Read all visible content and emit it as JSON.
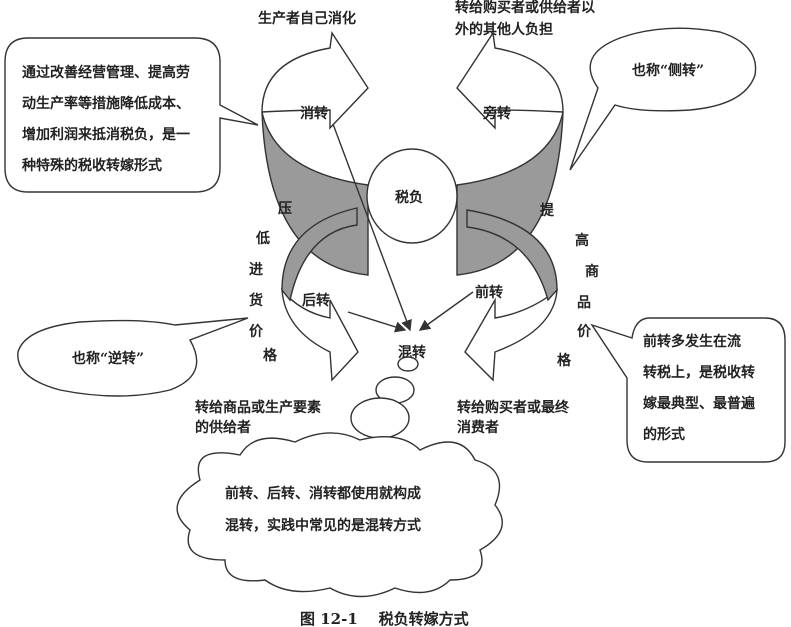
{
  "top_left_label": "生产者自己消化",
  "top_right_label": [
    "转给购买者或供给者以",
    "外的其他人负担"
  ],
  "left_note": [
    "通过改善经营管理、提高劳",
    "动生产率等措施降低成本、",
    "增加利润来抵消税负，是一",
    "种特殊的税收转嫁形式"
  ],
  "side_note": "也称“侧转”",
  "xiaozhuan": "消转",
  "pangzhuan": "旁转",
  "center": "税负",
  "left_vertical": [
    "压",
    "低",
    "进",
    "货",
    "价",
    "格"
  ],
  "right_vertical": [
    "提",
    "高",
    "商",
    "品",
    "价",
    "格"
  ],
  "houzhuan": "后转",
  "qianzhuan": "前转",
  "hunzhuan": "混转",
  "reverse_note": "也称“逆转”",
  "right_note": [
    "前转多发生在流",
    "转税上，是税收转",
    "嫁最典型、最普遍",
    "的形式"
  ],
  "bottom_left_label": [
    "转给商品或生产要素",
    "的供给者"
  ],
  "bottom_right_label": [
    "转给购买者或最终",
    "消费者"
  ],
  "cloud_note": [
    "前转、后转、消转都使用就构成",
    "混转，实践中常见的是混转方式"
  ],
  "caption": "图 12-1    税负转嫁方式"
}
